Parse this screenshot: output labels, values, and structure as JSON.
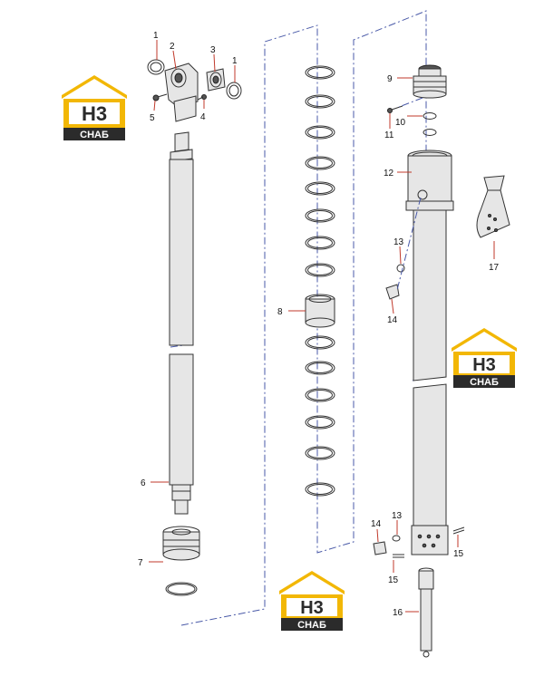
{
  "callouts": {
    "c1a": "1",
    "c2": "2",
    "c3": "3",
    "c1b": "1",
    "c5": "5",
    "c4": "4",
    "c6": "6",
    "c7": "7",
    "c8": "8",
    "c9": "9",
    "c10": "10",
    "c11": "11",
    "c12": "12",
    "c13a": "13",
    "c14a": "14",
    "c17": "17",
    "c13b": "13",
    "c14b": "14",
    "c15a": "15",
    "c15b": "15",
    "c16": "16"
  },
  "watermark": {
    "mark": "H3",
    "name": "CHAБ"
  },
  "colors": {
    "leader": "#c0392b",
    "dash": "#4a5aa8",
    "logo_gold": "#f2b705",
    "logo_dark": "#2b2b2b"
  }
}
